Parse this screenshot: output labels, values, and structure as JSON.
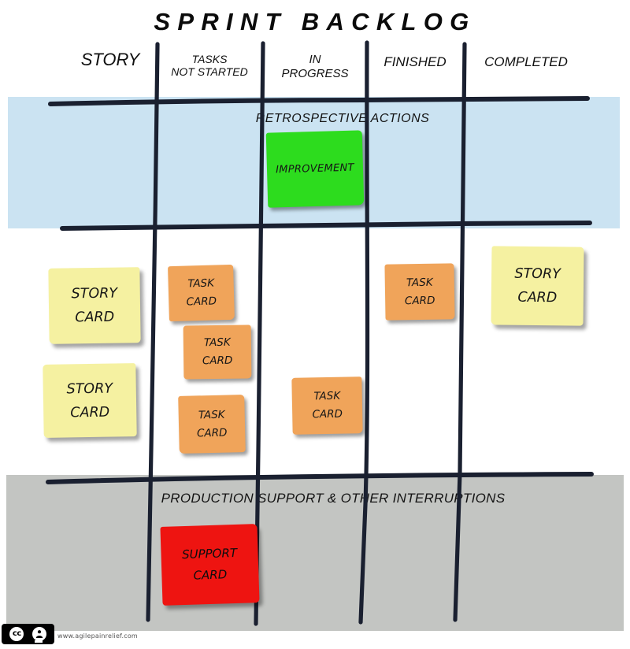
{
  "title": "SPRINT BACKLOG",
  "columns": [
    {
      "id": "story",
      "label": "STORY"
    },
    {
      "id": "tasks-not-started",
      "label": "TASKS\nNOT STARTED"
    },
    {
      "id": "in-progress",
      "label": "IN\nPROGRESS"
    },
    {
      "id": "finished",
      "label": "FINISHED"
    },
    {
      "id": "completed",
      "label": "COMPLETED"
    }
  ],
  "sections": {
    "retrospective": {
      "label": "RETROSPECTIVE ACTIONS"
    },
    "production": {
      "label": "PRODUCTION SUPPORT & OTHER INTERRUPTIONS"
    }
  },
  "cards": {
    "improvement": {
      "label": "IMPROVEMENT",
      "column": "in-progress",
      "section": "retrospective"
    },
    "story_1": {
      "label": "STORY\nCARD",
      "column": "story"
    },
    "story_2": {
      "label": "STORY\nCARD",
      "column": "story"
    },
    "task_not_started_1": {
      "label": "TASK\nCARD",
      "column": "tasks-not-started"
    },
    "task_not_started_2": {
      "label": "TASK\nCARD",
      "column": "tasks-not-started"
    },
    "task_not_started_3": {
      "label": "TASK\nCARD",
      "column": "tasks-not-started"
    },
    "task_in_progress": {
      "label": "TASK\nCARD",
      "column": "in-progress"
    },
    "task_finished": {
      "label": "TASK\nCARD",
      "column": "finished"
    },
    "story_completed": {
      "label": "STORY\nCARD",
      "column": "completed"
    },
    "support": {
      "label": "SUPPORT\nCARD",
      "column": "tasks-not-started",
      "section": "production"
    }
  },
  "colors": {
    "retrospective_band": "#cbe3f2",
    "production_band": "#c3c5c2",
    "improvement_note": "#2ddc1e",
    "story_note": "#f5f1a1",
    "task_note": "#f0a45a",
    "support_note": "#ee1411",
    "board_line": "#1a2030"
  },
  "footer": {
    "license_cc": "cc",
    "website": "www.agilepainrelief.com"
  }
}
